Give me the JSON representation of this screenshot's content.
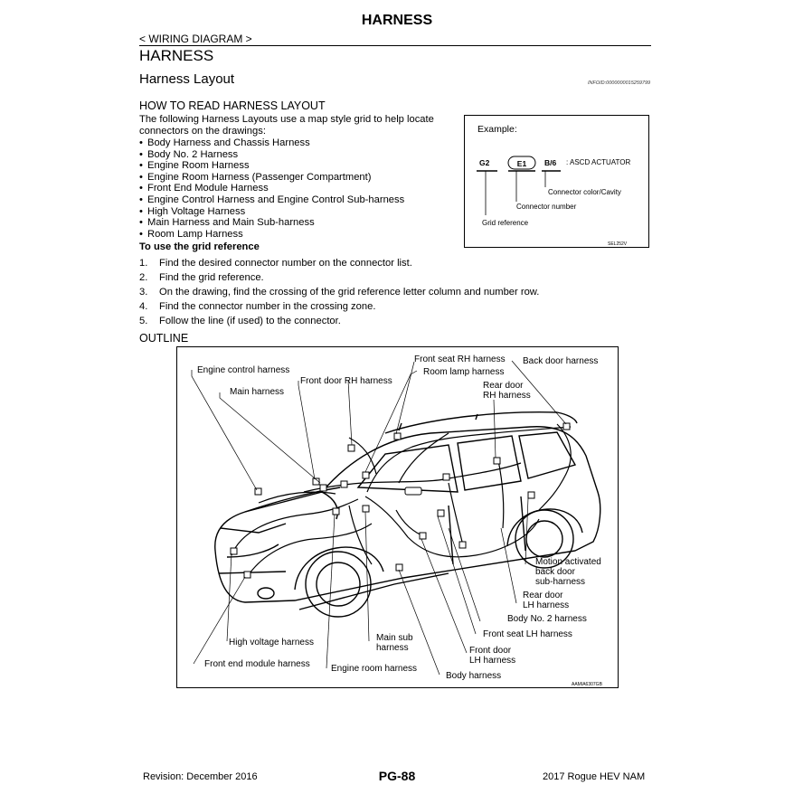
{
  "header": {
    "top_title": "HARNESS",
    "breadcrumb": "< WIRING DIAGRAM >",
    "section_title": "HARNESS",
    "subsection_title": "Harness Layout",
    "info_id": "INFOID:0000000015259799"
  },
  "how_to_read": {
    "heading": "HOW TO READ HARNESS LAYOUT",
    "intro": "The following Harness Layouts use a map style grid to help locate connectors on the drawings:",
    "items": [
      "Body Harness and Chassis Harness",
      "Body No. 2  Harness",
      "Engine Room Harness",
      "Engine Room Harness (Passenger Compartment)",
      "Front End Module Harness",
      "Engine Control Harness and Engine Control Sub-harness",
      "High Voltage Harness",
      "Main Harness and Main Sub-harness",
      "Room Lamp Harness"
    ],
    "use_grid_heading": "To use the grid reference",
    "steps": [
      {
        "num": "1.",
        "text": "Find the desired connector number on the connector list."
      },
      {
        "num": "2.",
        "text": "Find the grid reference."
      },
      {
        "num": "3.",
        "text": "On the drawing, find the crossing of the grid reference letter column and number row."
      },
      {
        "num": "4.",
        "text": "Find the connector number in the crossing zone."
      },
      {
        "num": "5.",
        "text": "Follow the line (if used) to the connector."
      }
    ]
  },
  "example": {
    "title": "Example:",
    "grid": "G2",
    "connector": "E1",
    "color_cavity": "B/6",
    "description": ": ASCD ACTUATOR",
    "label_color_cavity": "Connector color/Cavity",
    "label_connector_number": "Connector number",
    "label_grid_reference": "Grid reference",
    "figure_code": "SEL252V"
  },
  "outline": {
    "heading": "OUTLINE",
    "figure_code": "AAMIA6307GB",
    "labels": {
      "engine_control": "Engine control harness",
      "front_door_rh": "Front door RH harness",
      "main": "Main harness",
      "front_seat_rh": "Front seat RH harness",
      "back_door": "Back door harness",
      "room_lamp": "Room lamp harness",
      "rear_door_rh_1": "Rear door",
      "rear_door_rh_2": "RH harness",
      "motion_1": "Motion activated",
      "motion_2": "back door",
      "motion_3": "sub-harness",
      "rear_door_lh_1": "Rear door",
      "rear_door_lh_2": "LH harness",
      "body_no2": "Body No. 2 harness",
      "front_seat_lh": "Front seat LH harness",
      "front_door_lh_1": "Front door",
      "front_door_lh_2": "LH harness",
      "body": "Body harness",
      "main_sub_1": "Main sub",
      "main_sub_2": "harness",
      "engine_room": "Engine room harness",
      "high_voltage": "High voltage harness",
      "front_end_module": "Front end module harness"
    }
  },
  "footer": {
    "revision": "Revision: December 2016",
    "page": "PG-88",
    "model": "2017 Rogue HEV NAM"
  }
}
